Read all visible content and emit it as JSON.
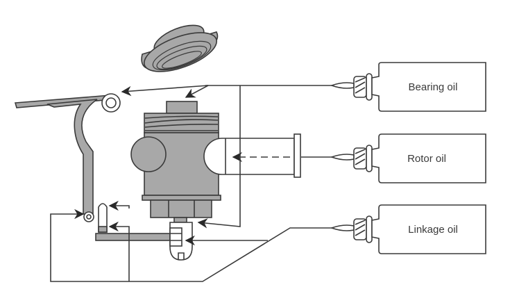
{
  "diagram": {
    "title": "",
    "colors": {
      "line": "#3a3a3a",
      "part_fill": "#a8a8a8",
      "background": "#ffffff"
    },
    "bottles": [
      {
        "id": "bearing",
        "label": "Bearing oil"
      },
      {
        "id": "rotor",
        "label": "Rotor oil"
      },
      {
        "id": "linkage",
        "label": "Linkage oil"
      }
    ],
    "components": [
      {
        "id": "cap",
        "name": "Filler cap"
      },
      {
        "id": "lever",
        "name": "Lever arm with pivot"
      },
      {
        "id": "body",
        "name": "Rotor housing"
      },
      {
        "id": "plunger",
        "name": "Rotor plunger"
      },
      {
        "id": "linkage",
        "name": "Linkage rod"
      },
      {
        "id": "adjuster",
        "name": "Slotted adjuster"
      }
    ]
  }
}
